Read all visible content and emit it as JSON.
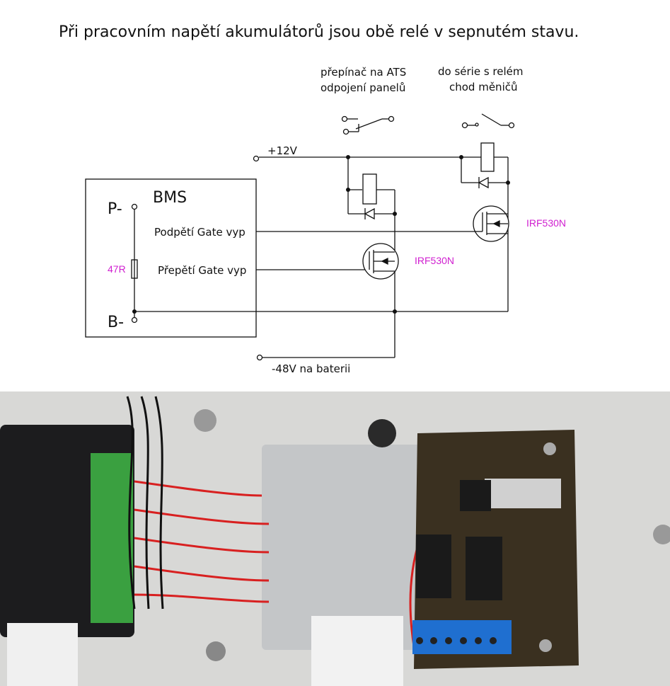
{
  "title": "Při pracovním napětí akumulátorů jsou obě relé v sepnutém stavu.",
  "labels": {
    "switch1_line1": "přepínač na ATS",
    "switch1_line2": "odpojení panelů",
    "switch2_line1": "do série s relém",
    "switch2_line2": "chod měničů",
    "plus12v": "+12V",
    "minus48v": "-48V na baterii",
    "bms": "BMS",
    "p_minus": "P-",
    "b_minus": "B-",
    "podpeti": "Podpětí Gate vyp",
    "prepeti": "Přepětí Gate vyp",
    "resistor": "47R",
    "mosfet1": "IRF530N",
    "mosfet2": "IRF530N"
  },
  "colors": {
    "accent": "#d020d0",
    "pcb": "#3a3020",
    "terminal": "#1f6fd0",
    "green_connector": "#3aa040"
  }
}
